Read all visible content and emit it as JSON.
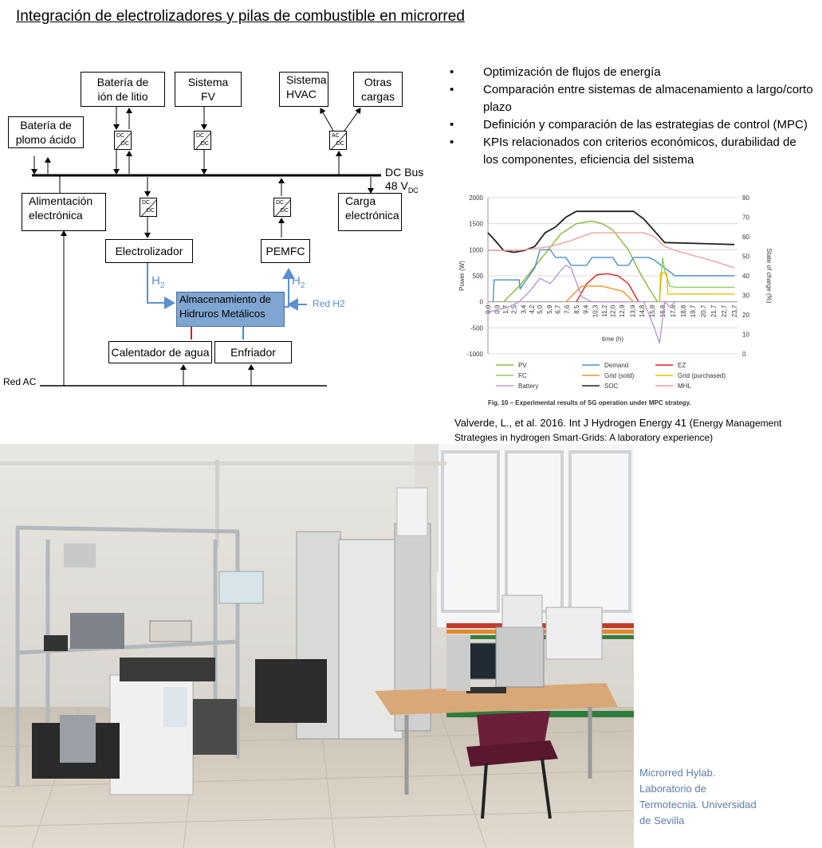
{
  "title": "Integración de electrolizadores y pilas de combustible en microrred",
  "diagram": {
    "bateria_plomo": [
      "Batería de",
      "plomo ácido"
    ],
    "bateria_litio": [
      "Batería de",
      "ión de litio"
    ],
    "sistema_fv": [
      "Sistema",
      "FV"
    ],
    "sistema_hvac": [
      "Sistema",
      "HVAC"
    ],
    "otras_cargas": [
      "Otras",
      "cargas"
    ],
    "dc_bus": "DC Bus",
    "bus_voltage": "48 V",
    "bus_voltage_sub": "DC",
    "alimentacion": [
      "Alimentación",
      "electrónica"
    ],
    "carga": [
      "Carga",
      "electrónica"
    ],
    "electrolizador": "Electrolizador",
    "pemfc": "PEMFC",
    "h2_left": "H",
    "h2_right": "H",
    "h2_sub": "2",
    "almacenamiento": [
      "Almacenamiento de",
      "Hidruros Metálicos"
    ],
    "red_h2": "Red H2",
    "calentador": "Calentador de agua",
    "enfriador": "Enfriador",
    "red_ac": "Red AC",
    "conv_dc": "DC",
    "conv_ac": "AC"
  },
  "bullets": [
    "Optimización de flujos de energía",
    "Comparación entre sistemas de almacenamiento a largo/corto plazo",
    "Definición y comparación de las estrategias de control (MPC)",
    "KPIs relacionados con criterios económicos, durabilidad de los componentes, eficiencia del sistema"
  ],
  "bullet_symbol": "•",
  "chart_data": {
    "type": "line",
    "ylabel": "Power (W)",
    "y2label": "State of charge (%)",
    "xlabel": "time (h)",
    "ylim": [
      -1000,
      2000
    ],
    "y2lim": [
      0,
      80
    ],
    "yticks": [
      "2000",
      "1500",
      "1000",
      "500",
      "0",
      "-500",
      "-1000"
    ],
    "y2ticks": [
      "80",
      "70",
      "60",
      "50",
      "40",
      "30",
      "20",
      "10",
      "0"
    ],
    "xticks": [
      "0,0",
      "0,9",
      "1,7",
      "2,5",
      "3,4",
      "4,2",
      "5,0",
      "5,9",
      "6,7",
      "7,6",
      "8,5",
      "9,4",
      "10,3",
      "11,2",
      "12,0",
      "12,9",
      "13,9",
      "14,8",
      "15,8",
      "16,8",
      "17,8",
      "18,8",
      "19,7",
      "20,7",
      "21,7",
      "22,7",
      "23,7"
    ],
    "caption": "Fig. 10 – Experimental results of SG operation under MPC strategy.",
    "legend": [
      {
        "name": "PV",
        "color": "#8bb83a"
      },
      {
        "name": "Demand",
        "color": "#4a8fd0"
      },
      {
        "name": "EZ",
        "color": "#e02020"
      },
      {
        "name": "FC",
        "color": "#8fd060"
      },
      {
        "name": "Grid (sold)",
        "color": "#f0902a"
      },
      {
        "name": "Grid (purchased)",
        "color": "#e8c000"
      },
      {
        "name": "Battery",
        "color": "#b898d0"
      },
      {
        "name": "SOC",
        "color": "#202020"
      },
      {
        "name": "MHL",
        "color": "#f0a0a0"
      }
    ],
    "series": [
      {
        "name": "PV",
        "axis": "left",
        "x": [
          1.5,
          3,
          5,
          7,
          8.5,
          10,
          11,
          12,
          13.5,
          14.5,
          15.5,
          16.3
        ],
        "y": [
          0,
          300,
          800,
          1300,
          1500,
          1550,
          1500,
          1380,
          1000,
          600,
          250,
          0
        ]
      },
      {
        "name": "Demand",
        "axis": "left",
        "x": [
          0.5,
          0.6,
          3,
          3.1,
          4.5,
          5,
          6,
          6.5,
          7.5,
          8,
          9.5,
          10,
          12,
          12.5,
          13.5,
          14,
          15.5,
          16,
          18,
          23.7
        ],
        "y": [
          0,
          420,
          420,
          250,
          650,
          1000,
          1000,
          850,
          850,
          700,
          700,
          850,
          850,
          700,
          700,
          850,
          850,
          800,
          500,
          500
        ]
      },
      {
        "name": "EZ",
        "axis": "left",
        "x": [
          8.5,
          9.5,
          10.5,
          11.5,
          12.5,
          13.5,
          14.2,
          14.5
        ],
        "y": [
          0,
          350,
          520,
          540,
          500,
          350,
          100,
          0
        ]
      },
      {
        "name": "FC",
        "axis": "left",
        "x": [
          16.5,
          16.8,
          17,
          17.5,
          18,
          23.7
        ],
        "y": [
          0,
          850,
          600,
          300,
          280,
          280
        ]
      },
      {
        "name": "Grid (sold)",
        "axis": "left",
        "x": [
          7.5,
          8,
          9,
          11,
          13,
          14
        ],
        "y": [
          0,
          100,
          300,
          300,
          200,
          0
        ]
      },
      {
        "name": "Grid (purchased)",
        "axis": "left",
        "x": [
          16.5,
          16.6,
          17.2,
          17.3,
          23.7
        ],
        "y": [
          0,
          550,
          550,
          150,
          150
        ]
      },
      {
        "name": "Battery",
        "axis": "left",
        "x": [
          0,
          2,
          3,
          4,
          5,
          6,
          7,
          7.5,
          8,
          9,
          10,
          12,
          14,
          15,
          16,
          16.5,
          17,
          17.5,
          18
        ],
        "y": [
          -200,
          -100,
          0,
          200,
          450,
          350,
          600,
          700,
          650,
          100,
          0,
          0,
          0,
          0,
          -500,
          -800,
          0,
          -100,
          0
        ]
      },
      {
        "name": "SOC",
        "axis": "right",
        "x": [
          0,
          0.7,
          1.5,
          2.5,
          3.5,
          4.5,
          5.5,
          6.5,
          7.5,
          8.5,
          9,
          14,
          15,
          16,
          17,
          23.7
        ],
        "y": [
          62,
          58,
          53,
          52,
          53,
          55,
          62,
          65,
          70,
          73,
          73,
          73,
          69,
          63,
          57,
          56
        ]
      },
      {
        "name": "MHL",
        "axis": "right",
        "x": [
          0,
          3,
          6,
          8,
          10,
          11,
          13,
          15,
          16,
          17,
          18,
          20,
          22,
          23.7
        ],
        "y": [
          53,
          53,
          55,
          58,
          62,
          62,
          62,
          62,
          60,
          55,
          53,
          50,
          47,
          44
        ]
      }
    ]
  },
  "citation": {
    "main": "Valverde, L., et al. 2016. Int J Hydrogen Energy 41 (",
    "small": "Energy Management Strategies in hydrogen Smart-Grids: A laboratory experience)"
  },
  "credit": [
    "Microrred Hylab.",
    "Laboratorio de",
    "Termotecnia. Universidad",
    "de Sevilla"
  ],
  "colors": {
    "storage_box": "#7fa6d0",
    "h2_arrow": "#5b8fd0",
    "credit_text": "#5b7fa6"
  }
}
